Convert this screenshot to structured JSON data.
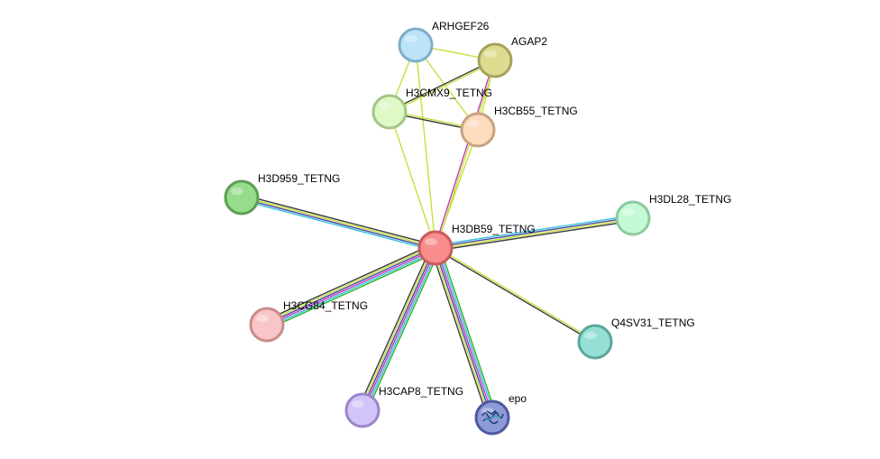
{
  "network": {
    "nodes": [
      {
        "id": "ARHGEF26",
        "label": "ARHGEF26",
        "fill": "#bde3f8",
        "stroke": "#7eaecb"
      },
      {
        "id": "AGAP2",
        "label": "AGAP2",
        "fill": "#dedc90",
        "stroke": "#a5a35c"
      },
      {
        "id": "H3CMX9_TETNG",
        "label": "H3CMX9_TETNG",
        "fill": "#def8c6",
        "stroke": "#a7c488"
      },
      {
        "id": "H3CB55_TETNG",
        "label": "H3CB55_TETNG",
        "fill": "#fddbbd",
        "stroke": "#c9a282"
      },
      {
        "id": "H3D959_TETNG",
        "label": "H3D959_TETNG",
        "fill": "#97dc8c",
        "stroke": "#5c9f53"
      },
      {
        "id": "H3DL28_TETNG",
        "label": "H3DL28_TETNG",
        "fill": "#c5fad6",
        "stroke": "#8ccaa0"
      },
      {
        "id": "H3DB59_TETNG",
        "label": "H3DB59_TETNG",
        "fill": "#f98d8d",
        "stroke": "#c95a5a"
      },
      {
        "id": "H3CG84_TETNG",
        "label": "H3CG84_TETNG",
        "fill": "#f8c6c6",
        "stroke": "#c98c8c"
      },
      {
        "id": "Q4SV31_TETNG",
        "label": "Q4SV31_TETNG",
        "fill": "#95dfd6",
        "stroke": "#5aa69c"
      },
      {
        "id": "H3CAP8_TETNG",
        "label": "H3CAP8_TETNG",
        "fill": "#d2c3f8",
        "stroke": "#9a86c9"
      },
      {
        "id": "epo",
        "label": "epo",
        "fill": "#8f9ad8",
        "stroke": "#4e5a9e"
      }
    ],
    "edges": [
      {
        "source": "H3DB59_TETNG",
        "target": "H3D959_TETNG",
        "evidence": [
          "#33bfe0",
          "#46469b",
          "#c6e03b",
          "#3a3a3a"
        ]
      },
      {
        "source": "H3DB59_TETNG",
        "target": "H3DL28_TETNG",
        "evidence": [
          "#33bfe0",
          "#46469b",
          "#c6e03b",
          "#3a3a3a"
        ]
      },
      {
        "source": "H3DB59_TETNG",
        "target": "Q4SV31_TETNG",
        "evidence": [
          "#c6e03b",
          "#3a3a3a"
        ]
      },
      {
        "source": "H3DB59_TETNG",
        "target": "H3CG84_TETNG",
        "evidence": [
          "#28b028",
          "#33bfe0",
          "#c038c0",
          "#46469b",
          "#c6e03b",
          "#3a3a3a"
        ]
      },
      {
        "source": "H3DB59_TETNG",
        "target": "H3CAP8_TETNG",
        "evidence": [
          "#28b028",
          "#33bfe0",
          "#c038c0",
          "#46469b",
          "#c6e03b",
          "#3a3a3a"
        ]
      },
      {
        "source": "H3DB59_TETNG",
        "target": "epo",
        "evidence": [
          "#28b028",
          "#33bfe0",
          "#c038c0",
          "#46469b",
          "#c6e03b",
          "#3a3a3a"
        ]
      },
      {
        "source": "H3DB59_TETNG",
        "target": "AGAP2",
        "evidence": [
          "#c038c0",
          "#c6e03b"
        ]
      },
      {
        "source": "H3DB59_TETNG",
        "target": "H3CB55_TETNG",
        "evidence": [
          "#c6e03b"
        ]
      },
      {
        "source": "H3DB59_TETNG",
        "target": "H3CMX9_TETNG",
        "evidence": [
          "#c6e03b"
        ]
      },
      {
        "source": "H3DB59_TETNG",
        "target": "ARHGEF26",
        "evidence": [
          "#c6e03b"
        ]
      },
      {
        "source": "ARHGEF26",
        "target": "AGAP2",
        "evidence": [
          "#c6e03b"
        ]
      },
      {
        "source": "ARHGEF26",
        "target": "H3CMX9_TETNG",
        "evidence": [
          "#c6e03b"
        ]
      },
      {
        "source": "ARHGEF26",
        "target": "H3CB55_TETNG",
        "evidence": [
          "#c6e03b"
        ]
      },
      {
        "source": "AGAP2",
        "target": "H3CMX9_TETNG",
        "evidence": [
          "#c6e03b",
          "#3a3a3a"
        ]
      },
      {
        "source": "AGAP2",
        "target": "H3CB55_TETNG",
        "evidence": [
          "#c6e03b"
        ]
      },
      {
        "source": "H3CMX9_TETNG",
        "target": "H3CB55_TETNG",
        "evidence": [
          "#c6e03b",
          "#3a3a3a"
        ]
      }
    ],
    "image_nodes": [
      "epo"
    ]
  }
}
